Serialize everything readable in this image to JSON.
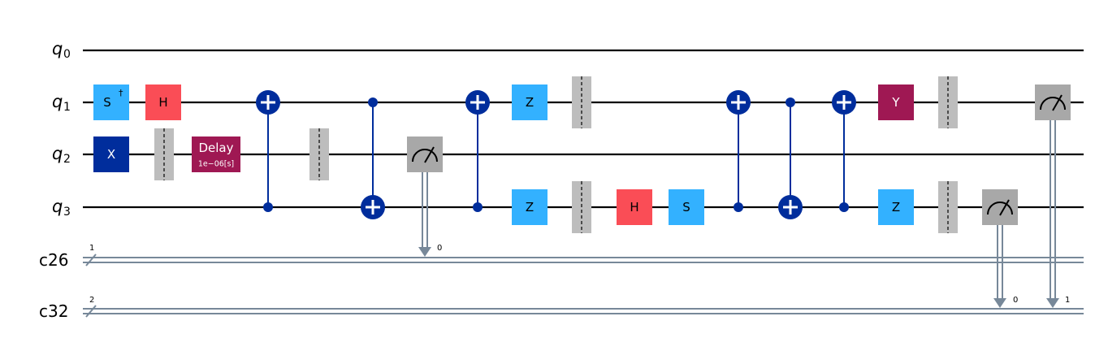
{
  "wires": {
    "qubits": [
      {
        "letter": "q",
        "sub": "0"
      },
      {
        "letter": "q",
        "sub": "1"
      },
      {
        "letter": "q",
        "sub": "2"
      },
      {
        "letter": "q",
        "sub": "3"
      }
    ],
    "clbits": [
      {
        "name": "c26",
        "size": "1"
      },
      {
        "name": "c32",
        "size": "2"
      }
    ]
  },
  "gates": {
    "sdg_q1": {
      "label": "S",
      "dagger": "†"
    },
    "h_q1": {
      "label": "H"
    },
    "x_q2": {
      "label": "X"
    },
    "delay_q2": {
      "label": "Delay",
      "param": "1e−06[s]"
    },
    "z_q1_a": {
      "label": "Z"
    },
    "z_q3_a": {
      "label": "Z"
    },
    "h_q3": {
      "label": "H"
    },
    "s_q3": {
      "label": "S"
    },
    "y_q1": {
      "label": "Y"
    },
    "z_q3_b": {
      "label": "Z"
    }
  },
  "measure_targets": {
    "m_q2": "0",
    "m_q3": "0",
    "m_q1": "1"
  },
  "colors": {
    "wire": "#000000",
    "classical": "#778899",
    "navy": "#002D9C",
    "light_blue": "#33B1FF",
    "red": "#FA4D56",
    "magenta": "#9F1853",
    "measure_gray": "#A8A8A8",
    "barrier_gray": "#BDBDBD"
  }
}
